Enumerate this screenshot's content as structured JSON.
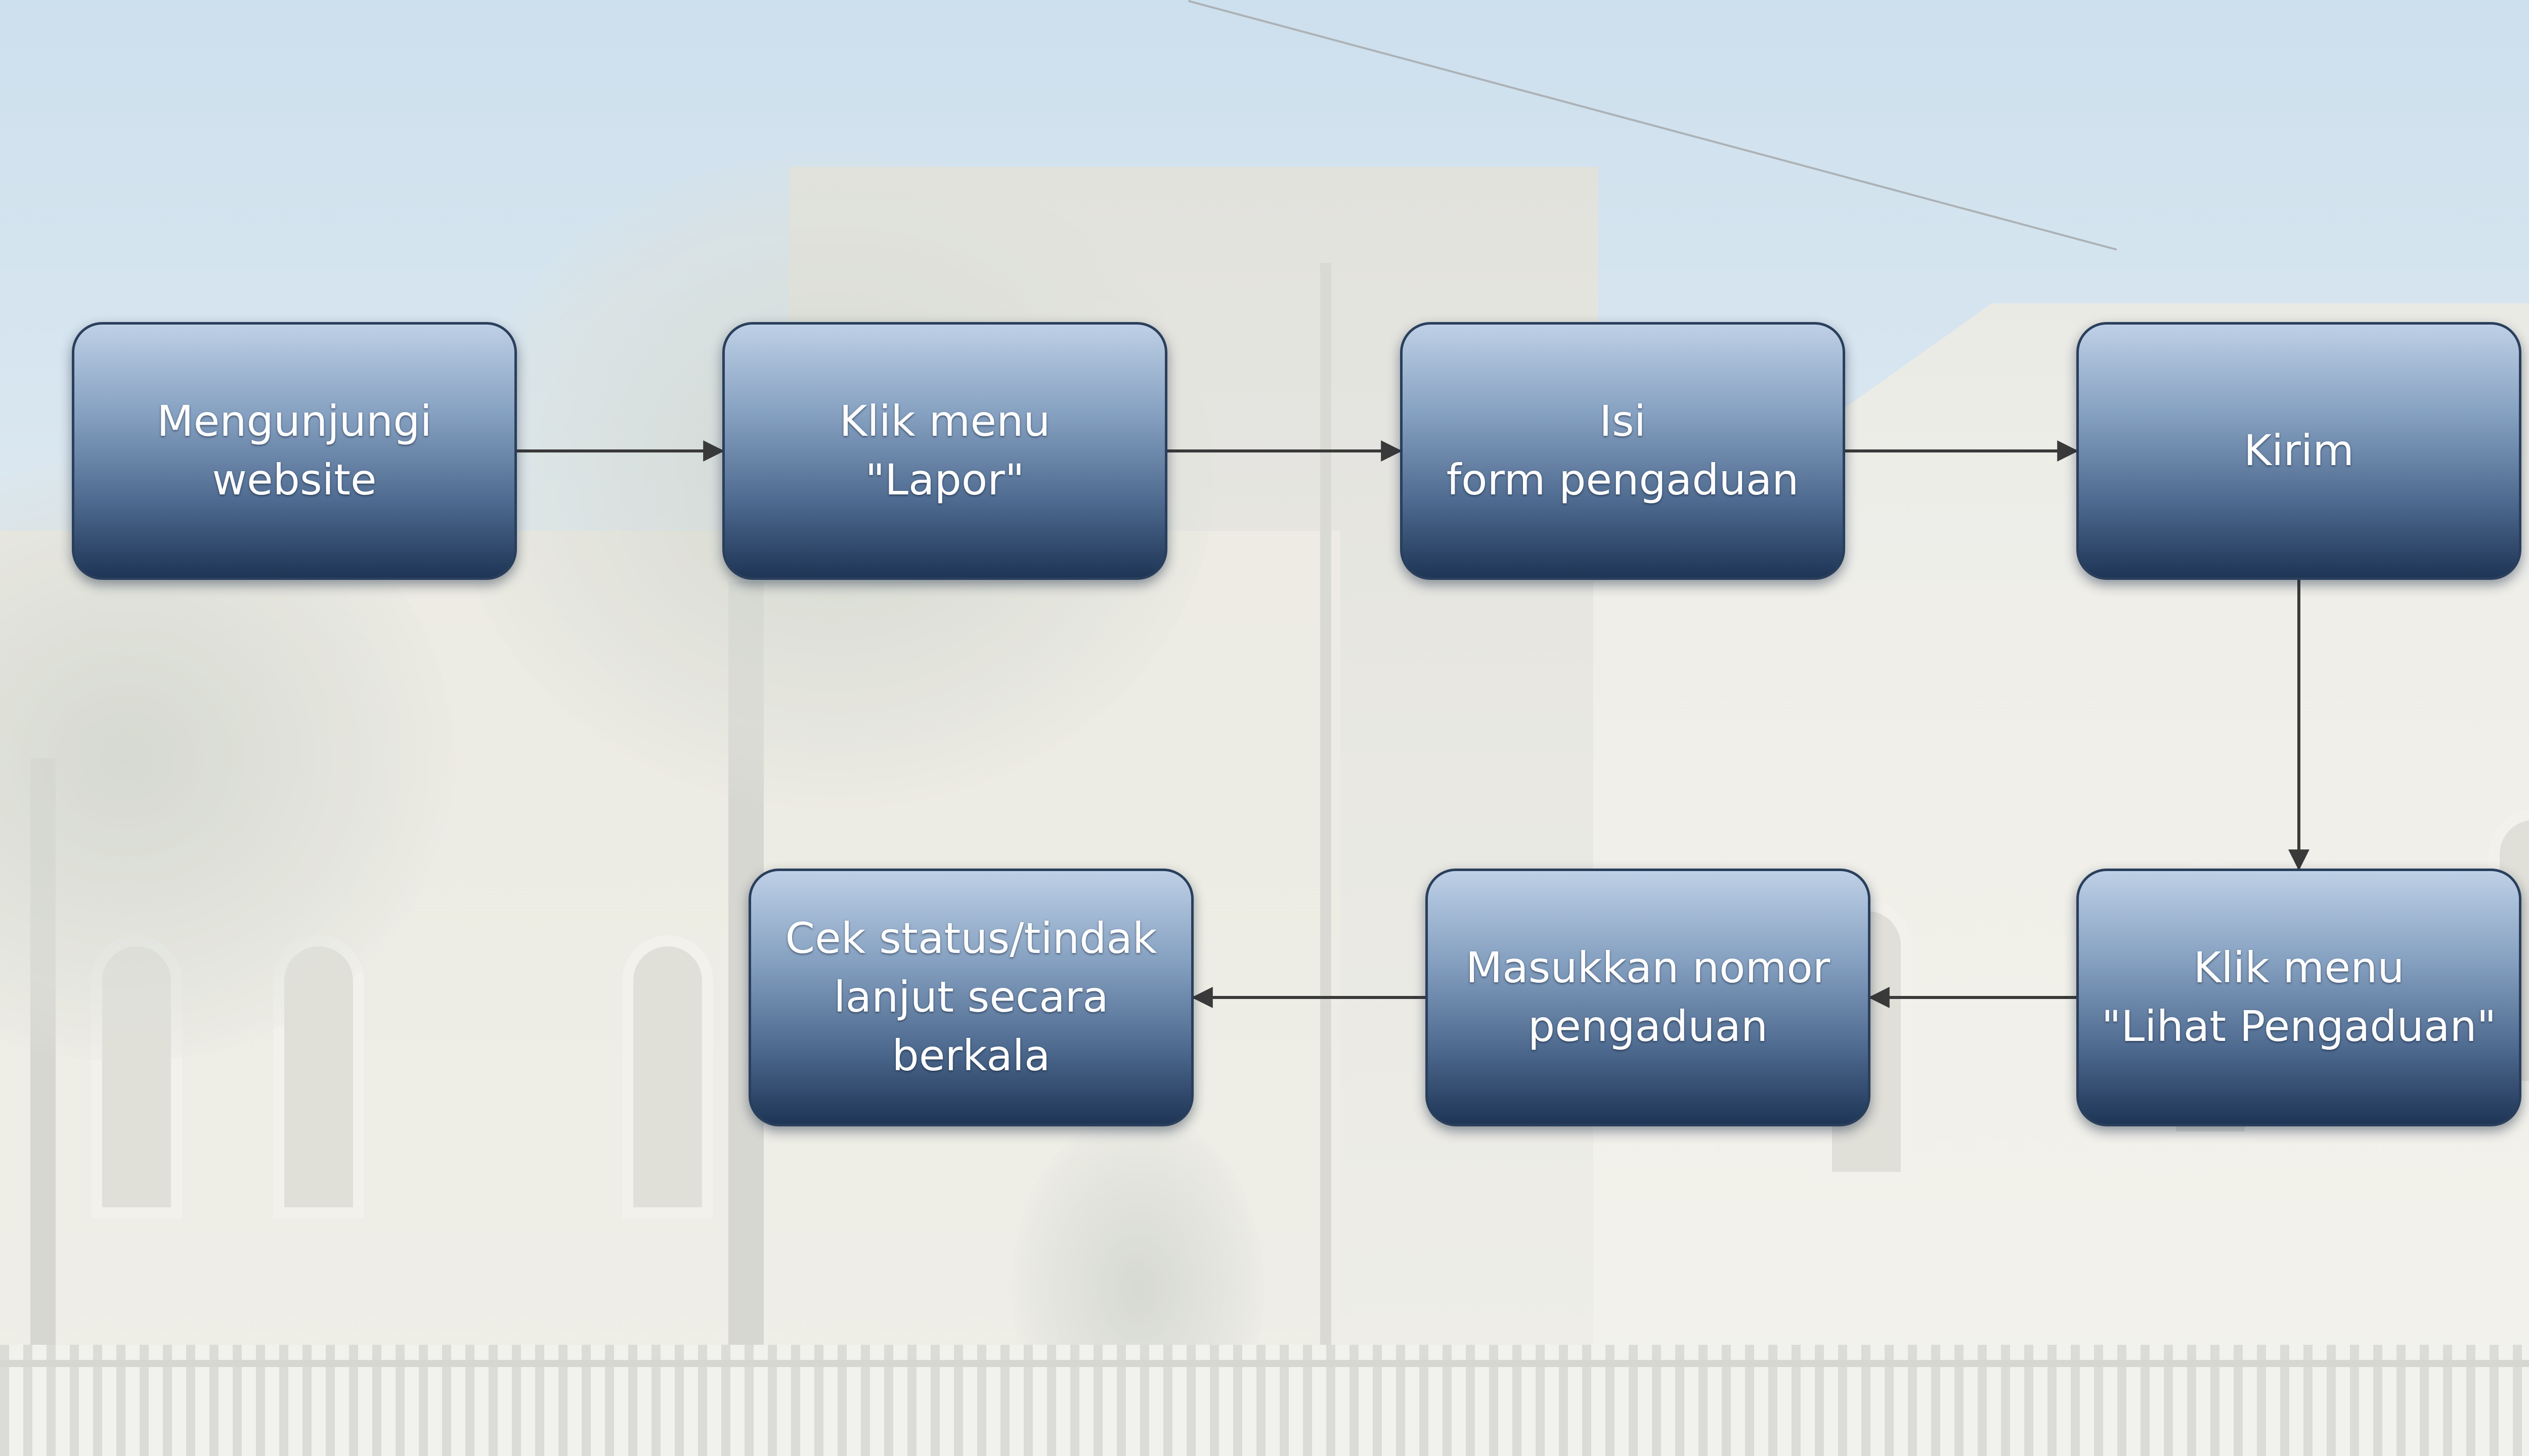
{
  "flowchart": {
    "steps": [
      {
        "id": "step-1",
        "label": "Mengunjungi\nwebsite"
      },
      {
        "id": "step-2",
        "label": "Klik menu\n\"Lapor\""
      },
      {
        "id": "step-3",
        "label": "Isi\nform pengaduan"
      },
      {
        "id": "step-4",
        "label": "Kirim"
      },
      {
        "id": "step-5",
        "label": "Klik menu\n\"Lihat Pengaduan\""
      },
      {
        "id": "step-6",
        "label": "Masukkan nomor\npengaduan"
      },
      {
        "id": "step-7",
        "label": "Cek status/tindak\nlanjut secara berkala"
      }
    ],
    "edges": [
      {
        "from": "step-1",
        "to": "step-2"
      },
      {
        "from": "step-2",
        "to": "step-3"
      },
      {
        "from": "step-3",
        "to": "step-4"
      },
      {
        "from": "step-4",
        "to": "step-5"
      },
      {
        "from": "step-5",
        "to": "step-6"
      },
      {
        "from": "step-6",
        "to": "step-7"
      }
    ],
    "colors": {
      "box_top": "#bed0e6",
      "box_bottom": "#1e3556",
      "box_border": "#2a3f5c",
      "text": "#ffffff",
      "arrow": "#3a3a3a"
    }
  }
}
